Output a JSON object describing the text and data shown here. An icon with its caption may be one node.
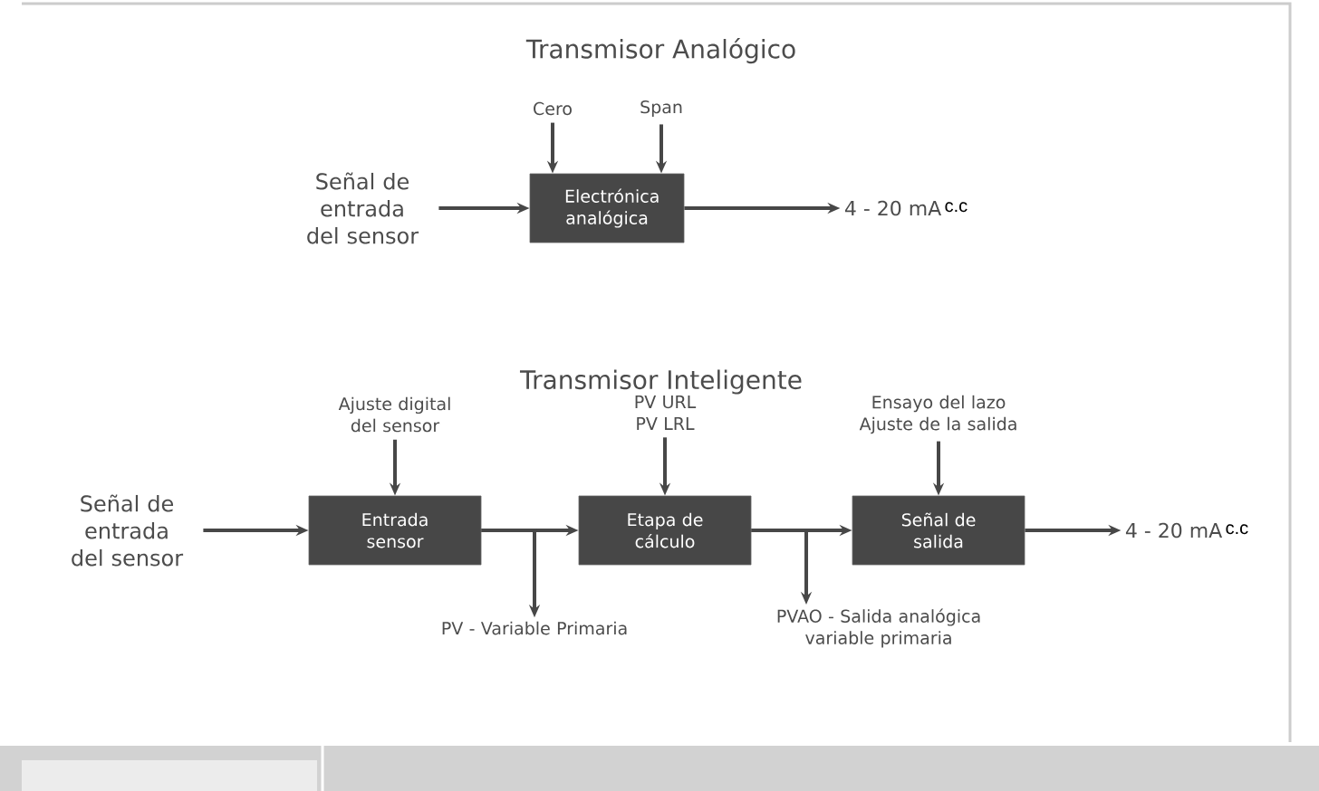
{
  "diagram": {
    "nodes": [
      {
        "text": [
          "Señal de entrada del sensor"
        ]
      },
      {
        "text": [
          "Cero"
        ]
      },
      {
        "text": [
          "Span"
        ]
      },
      {
        "text": [
          "Electrónica analógica"
        ]
      },
      {
        "text": [
          "4 - 20 mA",
          "c.c"
        ]
      },
      {
        "text": [
          "Señal de entrada del sensor"
        ]
      },
      {
        "text": [
          "Ajuste digital del sensor"
        ]
      },
      {
        "text": [
          "Entrada sensor"
        ]
      },
      {
        "text": [
          "PV - Variable Primaria"
        ]
      },
      {
        "text": [
          "PV URL PV LRL"
        ]
      },
      {
        "text": [
          "Etapa de cálculo"
        ]
      },
      {
        "text": [
          "PVAO - Salida analógica variable primaria"
        ]
      },
      {
        "text": [
          "Ensayo del lazo Ajuste de la salida"
        ]
      },
      {
        "text": [
          "Señal de salida"
        ]
      },
      {
        "text": [
          "4 - 20 mA",
          "c.c"
        ]
      }
    ],
    "edges": [
      {
        "from": 0,
        "to": 3,
        "arrow": "to"
      },
      {
        "from": 1,
        "to": 3,
        "arrow": "to"
      },
      {
        "from": 2,
        "to": 3,
        "arrow": "to"
      },
      {
        "from": 3,
        "to": 4,
        "arrow": "to"
      },
      {
        "from": 5,
        "to": 7,
        "arrow": "to"
      },
      {
        "from": 6,
        "to": 7,
        "arrow": "to"
      },
      {
        "from": 7,
        "to": 10,
        "arrow": "to"
      },
      {
        "from": 7,
        "to": 8,
        "arrow": "to"
      },
      {
        "from": 9,
        "to": 10,
        "arrow": "to"
      },
      {
        "from": 10,
        "to": 13,
        "arrow": "to"
      },
      {
        "from": 10,
        "to": 11,
        "arrow": "to"
      },
      {
        "from": 12,
        "to": 13,
        "arrow": "to"
      },
      {
        "from": 13,
        "to": 14,
        "arrow": "to"
      }
    ],
    "labels": [
      "Transmisor Analógico",
      "Transmisor Inteligente"
    ]
  }
}
